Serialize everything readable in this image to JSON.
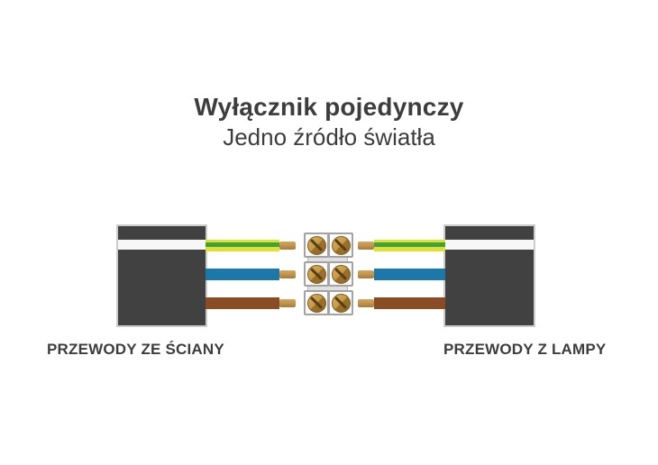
{
  "header": {
    "title": "Wyłącznik pojedynczy",
    "subtitle": "Jedno źródło światła"
  },
  "labels": {
    "left": "PRZEWODY ZE ŚCIANY",
    "right": "PRZEWODY Z LAMPY"
  },
  "terminal": {
    "rows": 3,
    "screws_per_row": 2
  },
  "colors": {
    "text": "#3d3d3d",
    "cable_sheath": "#414141",
    "sheath_edge": "#cccccc",
    "sheath_stripe": "#f7f7f7",
    "wire_ground_yellow": "#dfe032",
    "wire_ground_green": "#3fa23c",
    "wire_neutral": "#1b78a8",
    "wire_live": "#8a4c22",
    "copper": "#c2944f",
    "terminal_body": "#e0e0e0",
    "terminal_cell": "#fbfbfb",
    "screw_light": "#d9ae5c",
    "screw_dark": "#9a6e28"
  }
}
